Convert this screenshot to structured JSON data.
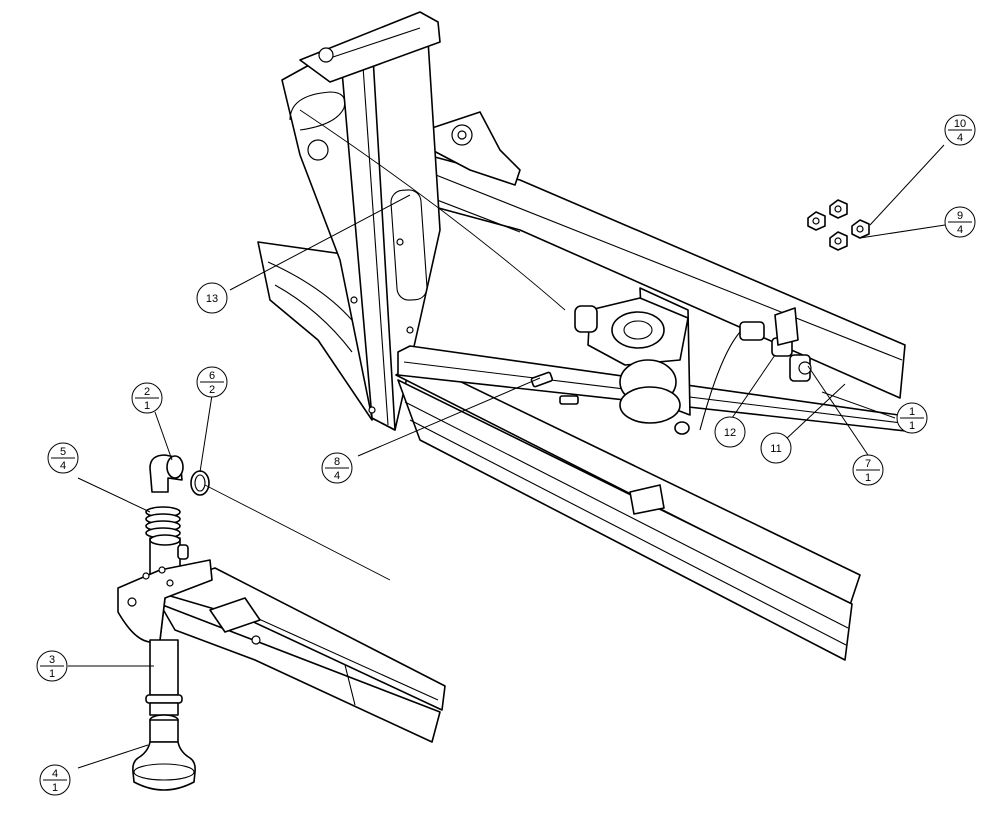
{
  "callouts": [
    {
      "id": "c-2-1",
      "top": "2",
      "bottom": "1"
    },
    {
      "id": "c-6-2",
      "top": "6",
      "bottom": "2"
    },
    {
      "id": "c-5-4",
      "top": "5",
      "bottom": "4"
    },
    {
      "id": "c-3-1",
      "top": "3",
      "bottom": "1"
    },
    {
      "id": "c-4-1",
      "top": "4",
      "bottom": "1"
    },
    {
      "id": "c-8-4",
      "top": "8",
      "bottom": "4"
    },
    {
      "id": "c-10-4",
      "top": "10",
      "bottom": "4"
    },
    {
      "id": "c-9-4",
      "top": "9",
      "bottom": "4"
    },
    {
      "id": "c-1-1",
      "top": "1",
      "bottom": "1"
    },
    {
      "id": "c-7-1",
      "top": "7",
      "bottom": "1"
    },
    {
      "id": "c-13",
      "label": "13"
    },
    {
      "id": "c-12",
      "label": "12"
    },
    {
      "id": "c-11",
      "label": "11"
    }
  ]
}
